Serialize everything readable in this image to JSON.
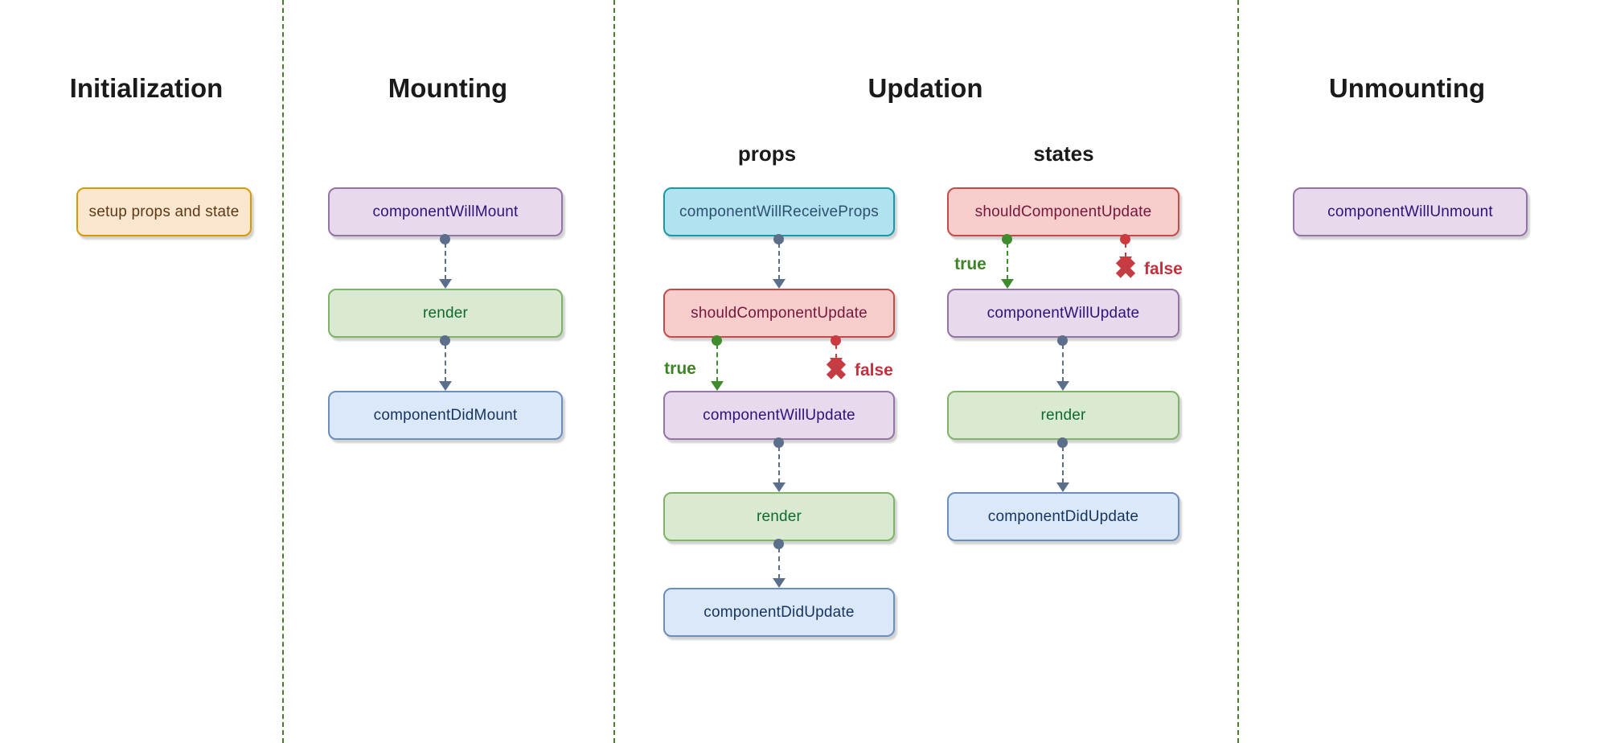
{
  "diagram": {
    "type": "flowchart",
    "subject": "React component lifecycle",
    "icons": {
      "false_cross": "✖"
    },
    "colors": {
      "background": "#ffffff",
      "divider_green": "#4d7d33",
      "connector_gray": "#5c6f8a",
      "branch_true_green": "#3f8c2f",
      "branch_false_red": "#cb3a3e",
      "node_orange": {
        "fill": "#fbe7cf",
        "border": "#d79b00",
        "text": "#5c3a17"
      },
      "node_purple": {
        "fill": "#e6daec",
        "border": "#9673a6",
        "text": "#32127a"
      },
      "node_green": {
        "fill": "#d9e9d2",
        "border": "#7fb366",
        "text": "#0e6b2d"
      },
      "node_blue": {
        "fill": "#dbe8fa",
        "border": "#6c8ebf",
        "text": "#16355e"
      },
      "node_cyan": {
        "fill": "#b0e3ef",
        "border": "#1699a8",
        "text": "#2f4f6f"
      },
      "node_red": {
        "fill": "#f7cecb",
        "border": "#c54a48",
        "text": "#75173f"
      }
    },
    "sections": [
      {
        "title": "Initialization",
        "columns": [
          {
            "subtitle": null,
            "nodes": [
              {
                "label": "setup props and state",
                "color_key": "orange"
              }
            ],
            "edges": []
          }
        ]
      },
      {
        "title": "Mounting",
        "columns": [
          {
            "subtitle": null,
            "nodes": [
              {
                "label": "componentWillMount",
                "color_key": "purple"
              },
              {
                "label": "render",
                "color_key": "green"
              },
              {
                "label": "componentDidMount",
                "color_key": "blue"
              }
            ],
            "edges": [
              {
                "from": "componentWillMount",
                "to": "render",
                "style": "dashed-gray"
              },
              {
                "from": "render",
                "to": "componentDidMount",
                "style": "dashed-gray"
              }
            ]
          }
        ]
      },
      {
        "title": "Updation",
        "columns": [
          {
            "subtitle": "props",
            "nodes": [
              {
                "label": "componentWillReceiveProps",
                "color_key": "cyan"
              },
              {
                "label": "shouldComponentUpdate",
                "color_key": "red"
              },
              {
                "label": "componentWillUpdate",
                "color_key": "purple"
              },
              {
                "label": "render",
                "color_key": "green"
              },
              {
                "label": "componentDidUpdate",
                "color_key": "blue"
              }
            ],
            "edges": [
              {
                "from": "componentWillReceiveProps",
                "to": "shouldComponentUpdate",
                "style": "dashed-gray",
                "label": null
              },
              {
                "from": "shouldComponentUpdate",
                "to": "componentWillUpdate",
                "style": "dashed-green",
                "label": "true"
              },
              {
                "from": "shouldComponentUpdate",
                "to": "blocked",
                "style": "dashed-red",
                "label": "false"
              },
              {
                "from": "componentWillUpdate",
                "to": "render",
                "style": "dashed-gray",
                "label": null
              },
              {
                "from": "render",
                "to": "componentDidUpdate",
                "style": "dashed-gray",
                "label": null
              }
            ]
          },
          {
            "subtitle": "states",
            "nodes": [
              {
                "label": "shouldComponentUpdate",
                "color_key": "red"
              },
              {
                "label": "componentWillUpdate",
                "color_key": "purple"
              },
              {
                "label": "render",
                "color_key": "green"
              },
              {
                "label": "componentDidUpdate",
                "color_key": "blue"
              }
            ],
            "edges": [
              {
                "from": "shouldComponentUpdate",
                "to": "componentWillUpdate",
                "style": "dashed-green",
                "label": "true"
              },
              {
                "from": "shouldComponentUpdate",
                "to": "blocked",
                "style": "dashed-red",
                "label": "false"
              },
              {
                "from": "componentWillUpdate",
                "to": "render",
                "style": "dashed-gray",
                "label": null
              },
              {
                "from": "render",
                "to": "componentDidUpdate",
                "style": "dashed-gray",
                "label": null
              }
            ]
          }
        ]
      },
      {
        "title": "Unmounting",
        "columns": [
          {
            "subtitle": null,
            "nodes": [
              {
                "label": "componentWillUnmount",
                "color_key": "purple"
              }
            ],
            "edges": []
          }
        ]
      }
    ]
  }
}
